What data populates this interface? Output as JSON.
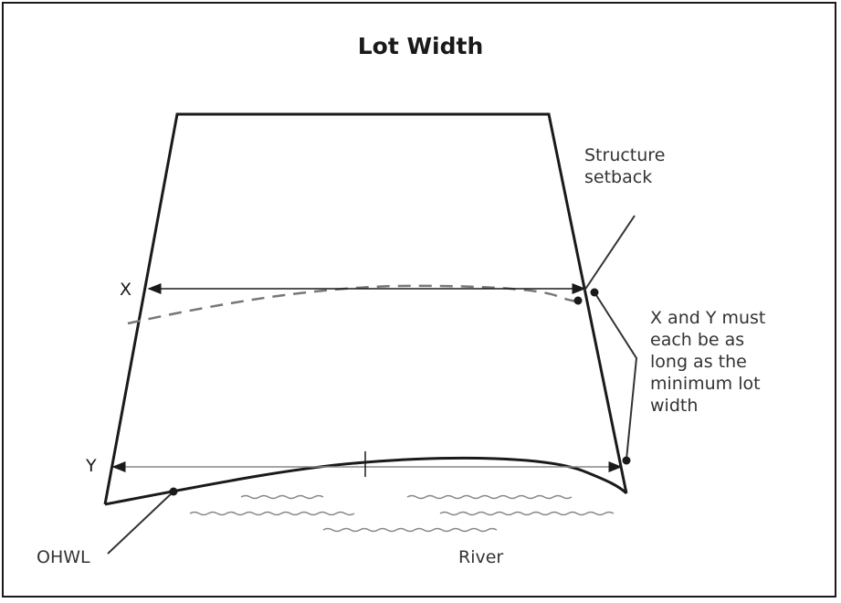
{
  "diagram": {
    "title": "Lot Width",
    "labels": {
      "x_marker": "X",
      "y_marker": "Y",
      "structure_setback": "Structure\nsetback",
      "width_rule": "X and Y must\neach be as\nlong as the\nminimum lot\nwidth",
      "ohwl": "OHWL",
      "river": "River"
    },
    "colors": {
      "line": "#1a1a1a",
      "setback_dash": "#777777",
      "water": "#888888",
      "text": "#333333"
    }
  }
}
